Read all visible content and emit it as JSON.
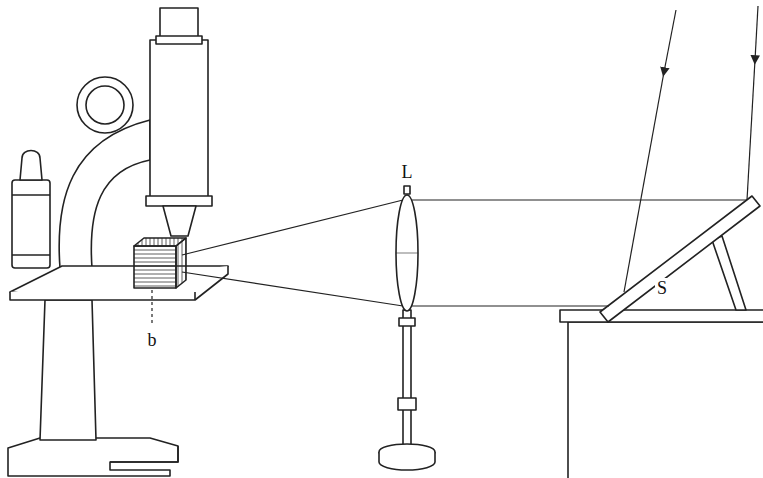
{
  "diagram": {
    "labels": [
      "b",
      "L",
      "S"
    ]
  }
}
